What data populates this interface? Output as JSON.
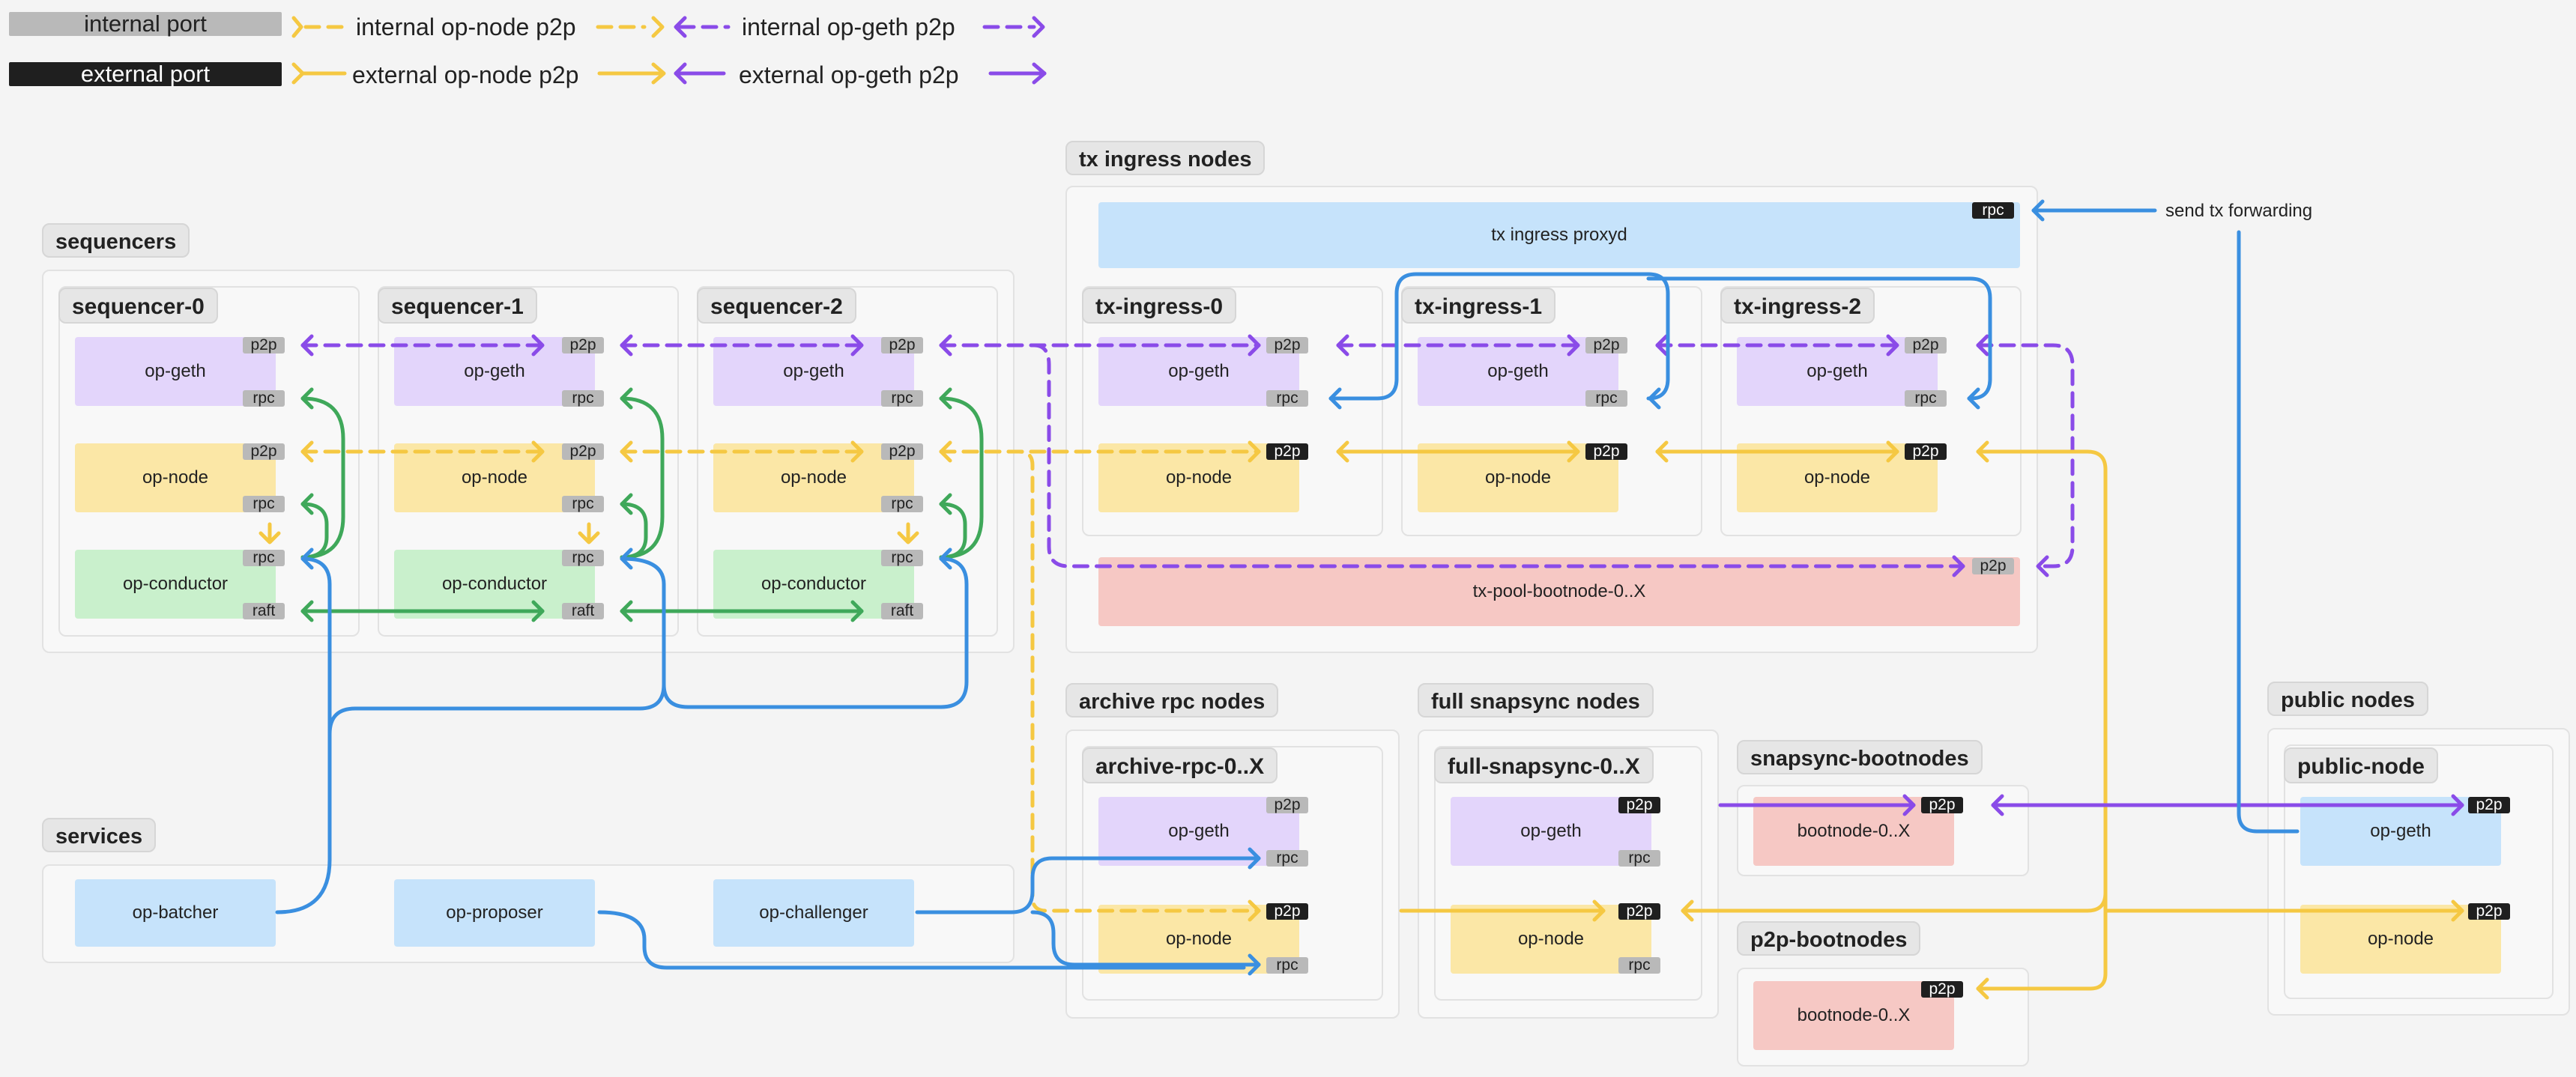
{
  "legend": {
    "internal_port": "internal port",
    "external_port": "external port",
    "internal_op_node": "internal op-node p2p",
    "internal_op_geth": "internal op-geth p2p",
    "external_op_node": "external op-node p2p",
    "external_op_geth": "external op-geth p2p"
  },
  "colors": {
    "op_node_link": "#f5c842",
    "op_geth_link": "#8a4be8",
    "rpc_link": "#3a8fe0",
    "raft_link": "#3fa85a"
  },
  "ports": {
    "p2p": "p2p",
    "rpc": "rpc",
    "raft": "raft"
  },
  "groups": {
    "sequencers": "sequencers",
    "tx_ingress": "tx ingress nodes",
    "services": "services",
    "archive": "archive rpc nodes",
    "snapsync": "full snapsync nodes",
    "snap_boot": "snapsync-bootnodes",
    "p2p_boot": "p2p-bootnodes",
    "public": "public nodes"
  },
  "nodes": {
    "seq0": "sequencer-0",
    "seq1": "sequencer-1",
    "seq2": "sequencer-2",
    "tx0": "tx-ingress-0",
    "tx1": "tx-ingress-1",
    "tx2": "tx-ingress-2",
    "archive": "archive-rpc-0..X",
    "snapsync": "full-snapsync-0..X",
    "public": "public-node"
  },
  "components": {
    "op_geth": "op-geth",
    "op_node": "op-node",
    "op_conductor": "op-conductor",
    "proxyd": "tx ingress proxyd",
    "tx_pool_boot": "tx-pool-bootnode-0..X",
    "bootnode": "bootnode-0..X",
    "batcher": "op-batcher",
    "proposer": "op-proposer",
    "challenger": "op-challenger"
  },
  "annotations": {
    "send_tx": "send tx forwarding"
  }
}
